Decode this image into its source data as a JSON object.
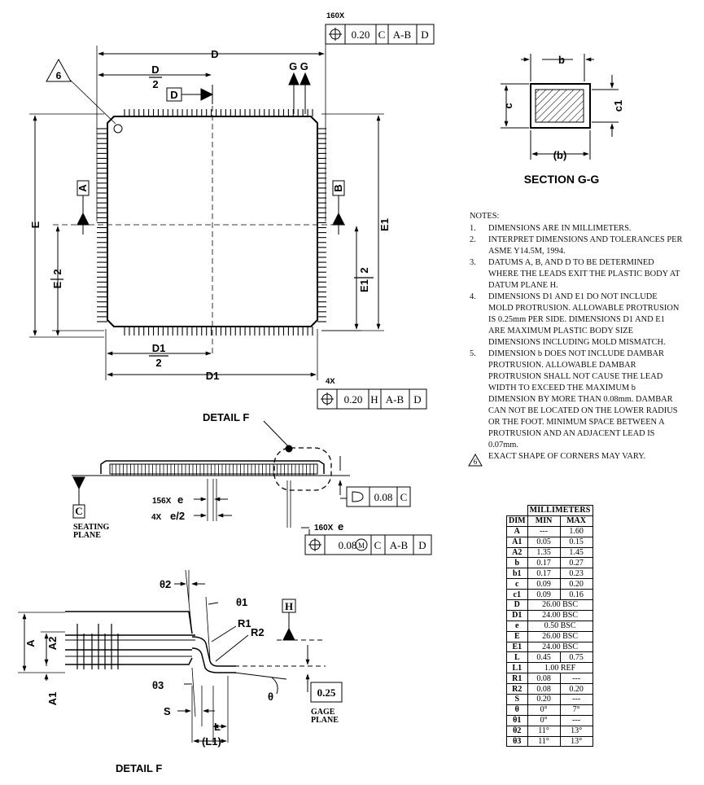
{
  "top_view": {
    "fcf_top": {
      "count": "160X",
      "cells": [
        "0.20",
        "C",
        "A-B",
        "D"
      ]
    },
    "fcf_bottom": {
      "count": "4X",
      "cells": [
        "0.20",
        "H",
        "A-B",
        "D"
      ]
    },
    "dim_D": "D",
    "dim_D1": "D1",
    "dim_E": "E",
    "dim_E1": "E1",
    "half_denominator": "2",
    "datum_A": "A",
    "datum_B": "B",
    "datum_D": "D",
    "section_ref": "G G",
    "note_flag": "6"
  },
  "section_view": {
    "title": "SECTION G-G",
    "b": "b",
    "b_paren": "(b)",
    "c": "c",
    "c1": "c1"
  },
  "side_view": {
    "detail_label": "DETAIL F",
    "datum_C": "C",
    "seating_plane": [
      "SEATING",
      "PLANE"
    ],
    "pitch_count": "156X",
    "pitch_half_count": "4X",
    "pitch_e": "e",
    "pitch_half": "e/2",
    "flatness_fcf": [
      "0.08",
      "C"
    ],
    "pos_count": "160X",
    "pos_e": "e",
    "pos_fcf": [
      "0.08",
      "M",
      "C",
      "A-B",
      "D"
    ]
  },
  "detail_f": {
    "title": "DETAIL F",
    "labels": {
      "theta2": "θ2",
      "theta1": "θ1",
      "theta3": "θ3",
      "theta": "θ",
      "R1": "R1",
      "R2": "R2",
      "A": "A",
      "A1": "A1",
      "A2": "A2",
      "S": "S",
      "L": "L",
      "L1": "(L1)",
      "H": "H",
      "gage": "0.25",
      "gage_plane": [
        "GAGE",
        "PLANE"
      ]
    }
  },
  "notes": {
    "header": "NOTES:",
    "items": [
      {
        "num": "1.",
        "text": "DIMENSIONS ARE IN MILLIMETERS."
      },
      {
        "num": "2.",
        "text": "INTERPRET DIMENSIONS AND TOLERANCES PER ASME Y14.5M, 1994."
      },
      {
        "num": "3.",
        "text": "DATUMS A, B, AND D TO BE DETERMINED WHERE THE LEADS EXIT THE PLASTIC BODY AT DATUM PLANE H."
      },
      {
        "num": "4.",
        "text": "DIMENSIONS D1 AND E1 DO NOT INCLUDE MOLD PROTRUSION. ALLOWABLE PROTRUSION IS 0.25mm PER SIDE. DIMENSIONS D1 AND E1 ARE MAXIMUM PLASTIC BODY SIZE DIMENSIONS INCLUDING MOLD MISMATCH."
      },
      {
        "num": "5.",
        "text": "DIMENSION b DOES NOT INCLUDE DAMBAR PROTRUSION. ALLOWABLE DAMBAR PROTRUSION SHALL NOT CAUSE THE LEAD WIDTH TO EXCEED THE MAXIMUM b DIMENSION BY MORE THAN 0.08mm. DAMBAR CAN NOT BE LOCATED ON THE LOWER RADIUS OR THE FOOT. MINIMUM SPACE BETWEEN A PROTRUSION AND AN ADJACENT LEAD IS 0.07mm."
      },
      {
        "num": "6",
        "text": "EXACT SHAPE OF CORNERS MAY VARY."
      }
    ]
  },
  "dim_table": {
    "header_group": "MILLIMETERS",
    "columns": [
      "DIM",
      "MIN",
      "MAX"
    ],
    "rows": [
      {
        "dim": "A",
        "min": "---",
        "max": "1.60"
      },
      {
        "dim": "A1",
        "min": "0.05",
        "max": "0.15"
      },
      {
        "dim": "A2",
        "min": "1.35",
        "max": "1.45"
      },
      {
        "dim": "b",
        "min": "0.17",
        "max": "0.27"
      },
      {
        "dim": "b1",
        "min": "0.17",
        "max": "0.23"
      },
      {
        "dim": "c",
        "min": "0.09",
        "max": "0.20"
      },
      {
        "dim": "c1",
        "min": "0.09",
        "max": "0.16"
      },
      {
        "dim": "D",
        "span": "26.00 BSC"
      },
      {
        "dim": "D1",
        "span": "24.00 BSC"
      },
      {
        "dim": "e",
        "span": "0.50 BSC"
      },
      {
        "dim": "E",
        "span": "26.00 BSC"
      },
      {
        "dim": "E1",
        "span": "24.00 BSC"
      },
      {
        "dim": "L",
        "min": "0.45",
        "max": "0.75"
      },
      {
        "dim": "L1",
        "span": "1.00 REF"
      },
      {
        "dim": "R1",
        "min": "0.08",
        "max": "---"
      },
      {
        "dim": "R2",
        "min": "0.08",
        "max": "0.20"
      },
      {
        "dim": "S",
        "min": "0.20",
        "max": "---"
      },
      {
        "dim": "θ",
        "min": "0°",
        "max": "7°"
      },
      {
        "dim": "θ1",
        "min": "0°",
        "max": "---"
      },
      {
        "dim": "θ2",
        "min": "11°",
        "max": "13°"
      },
      {
        "dim": "θ3",
        "min": "11°",
        "max": "13°"
      }
    ]
  }
}
